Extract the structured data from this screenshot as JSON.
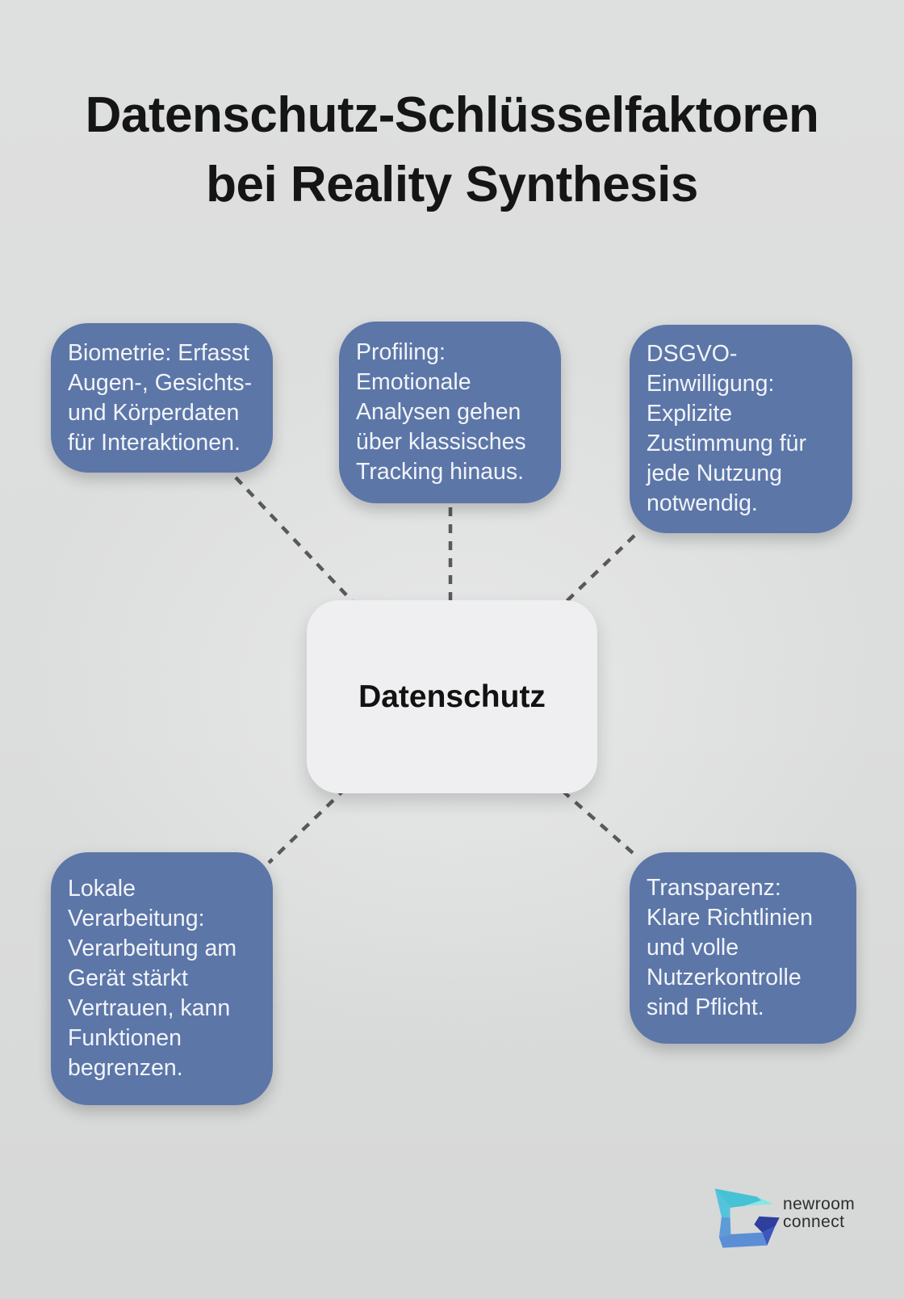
{
  "title": {
    "lines": [
      "Datenschutz-Schlüsselfaktoren",
      "bei Reality Synthesis"
    ]
  },
  "center_node": {
    "label": "Datenschutz"
  },
  "factor_nodes": [
    {
      "id": "biometrie",
      "lines": [
        "Biometrie: Erfasst",
        "Augen-, Gesichts-",
        "und Körperdaten",
        "für Interaktionen."
      ]
    },
    {
      "id": "profiling",
      "lines": [
        "Profiling:",
        "Emotionale",
        "Analysen gehen",
        "über klassisches",
        "Tracking hinaus."
      ]
    },
    {
      "id": "dsgvo-einwilligung",
      "lines": [
        "DSGVO-",
        "Einwilligung:",
        "Explizite",
        "Zustimmung für",
        "jede Nutzung",
        "notwendig."
      ]
    },
    {
      "id": "lokale-verarbeitung",
      "lines": [
        "Lokale",
        "Verarbeitung:",
        "Verarbeitung am",
        "Gerät stärkt",
        "Vertrauen, kann",
        "Funktionen",
        "begrenzen."
      ]
    },
    {
      "id": "transparenz",
      "lines": [
        "Transparenz:",
        "Klare Richtlinien",
        "und volle",
        "Nutzerkontrolle",
        "sind Pflicht."
      ]
    }
  ],
  "logo": {
    "line1": "newroom",
    "line2": "connect"
  },
  "colors": {
    "page-bg": "#dcdddd",
    "page-bg-light": "#e7e8e8",
    "node-bg": "#5c76a8",
    "node-text": "#f1f4f8",
    "center-bg": "#efeff1",
    "center-text": "#121212",
    "title-text": "#151515",
    "line-color": "#595959",
    "logo-text": "#2e2e2e"
  }
}
